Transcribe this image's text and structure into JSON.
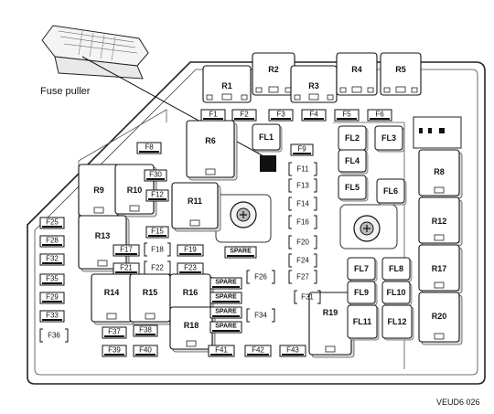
{
  "caption": "Fuse puller",
  "figure_code": "VEUD6  026",
  "relays": [
    "R1",
    "R2",
    "R3",
    "R4",
    "R5",
    "R6",
    "R8",
    "R9",
    "R10",
    "R11",
    "R12",
    "R13",
    "R14",
    "R15",
    "R16",
    "R17",
    "R18",
    "R19",
    "R20"
  ],
  "fuses": [
    "F1",
    "F2",
    "F3",
    "F4",
    "F5",
    "F6",
    "F8",
    "F9",
    "F11",
    "F12",
    "F13",
    "F14",
    "F15",
    "F16",
    "F17",
    "F18",
    "F19",
    "F20",
    "F21",
    "F22",
    "F23",
    "F24",
    "F25",
    "F26",
    "F27",
    "F28",
    "F29",
    "F30",
    "F31",
    "F32",
    "F33",
    "F34",
    "F35",
    "F36",
    "F37",
    "F38",
    "F39",
    "F40",
    "F41",
    "F42",
    "F43"
  ],
  "fusible_links": [
    "FL1",
    "FL2",
    "FL3",
    "FL4",
    "FL5",
    "FL6",
    "FL7",
    "FL8",
    "FL9",
    "FL10",
    "FL11",
    "FL12"
  ],
  "spare_label": "SPARE"
}
